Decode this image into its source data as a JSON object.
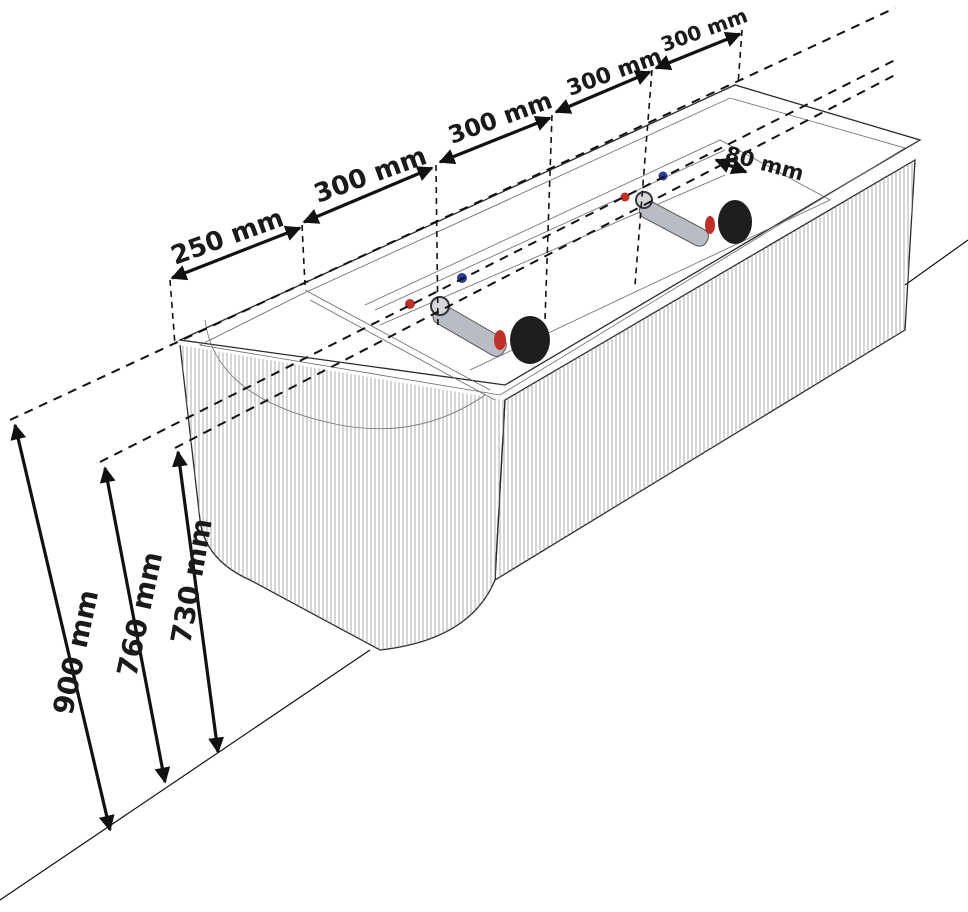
{
  "diagram": {
    "horizontal_dimensions": [
      {
        "id": "d1",
        "label": "250 mm"
      },
      {
        "id": "d2",
        "label": "300 mm"
      },
      {
        "id": "d3",
        "label": "300 mm"
      },
      {
        "id": "d4",
        "label": "300 mm"
      },
      {
        "id": "d5",
        "label": "300 mm"
      },
      {
        "id": "d6",
        "label": "80 mm"
      }
    ],
    "vertical_dimensions": [
      {
        "id": "v1",
        "label": "900 mm"
      },
      {
        "id": "v2",
        "label": "760 mm"
      },
      {
        "id": "v3",
        "label": "730 mm"
      }
    ],
    "colors": {
      "outline": "#2b2b2b",
      "hot_connector": "#c0302a",
      "cold_connector": "#2a3a9a",
      "siphon": "#1e1e1e",
      "pipe": "#b9bcc4"
    }
  }
}
